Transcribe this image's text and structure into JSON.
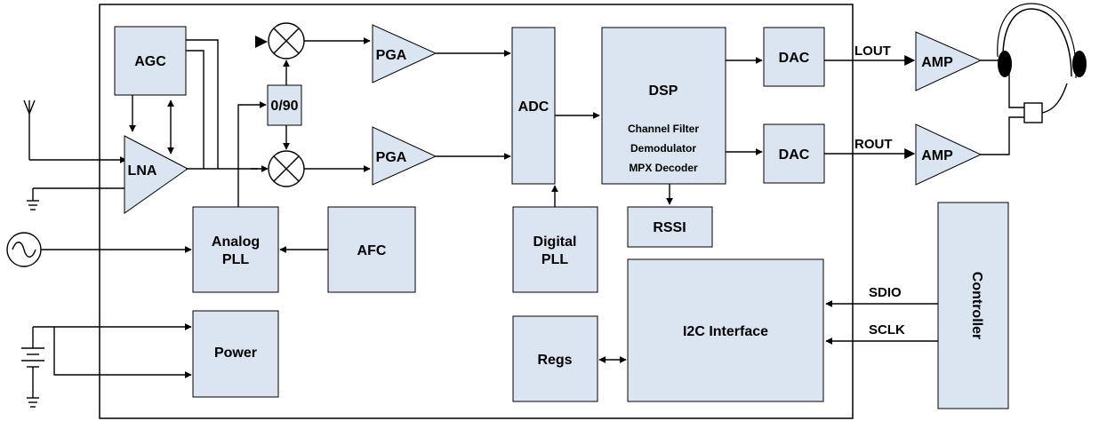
{
  "blocks": {
    "agc": "AGC",
    "lna": "LNA",
    "phase_shifter": "0/90",
    "pga_top": "PGA",
    "pga_bottom": "PGA",
    "adc": "ADC",
    "dsp_title": "DSP",
    "dsp_lines": [
      "Channel Filter",
      "Demodulator",
      "MPX Decoder"
    ],
    "dac_top": "DAC",
    "dac_bottom": "DAC",
    "amp_top": "AMP",
    "amp_bottom": "AMP",
    "rssi": "RSSI",
    "analog_pll": [
      "Analog",
      "PLL"
    ],
    "afc": "AFC",
    "digital_pll": [
      "Digital",
      "PLL"
    ],
    "i2c": "I2C Interface",
    "regs": "Regs",
    "power": "Power",
    "controller": "Controller"
  },
  "signals": {
    "lout": "LOUT",
    "rout": "ROUT",
    "sdio": "SDIO",
    "sclk": "SCLK"
  }
}
